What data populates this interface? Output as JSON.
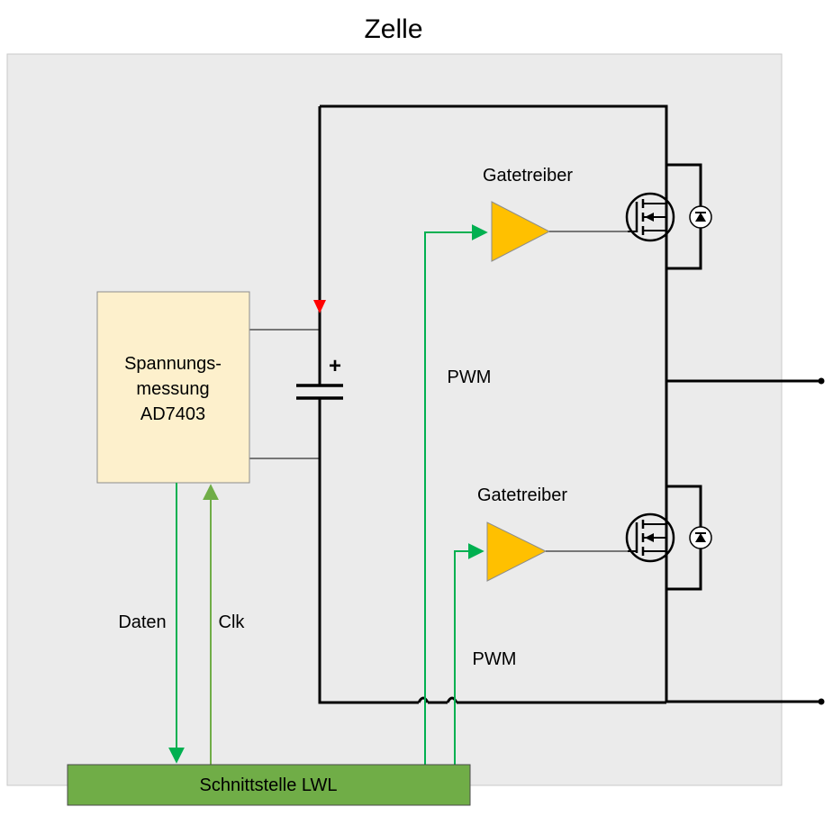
{
  "title": "Zelle",
  "adc_block": {
    "line1": "Spannungs-",
    "line2": "messung",
    "line3": "AD7403",
    "fill": "#fdf0cc"
  },
  "interface_block": {
    "label": "Schnittstelle LWL",
    "fill": "#70ad47"
  },
  "signals": {
    "data": "Daten",
    "clock": "Clk",
    "pwm_top": "PWM",
    "pwm_bottom": "PWM"
  },
  "gate_drivers": {
    "top_label": "Gatetreiber",
    "bottom_label": "Gatetreiber",
    "fill": "#ffc000"
  },
  "colors": {
    "cell_background": "#ebebeb",
    "signal_green": "#00b050",
    "clock_green": "#70ad47",
    "current_arrow": "#ff0000",
    "capacitor_polarity": "+"
  }
}
